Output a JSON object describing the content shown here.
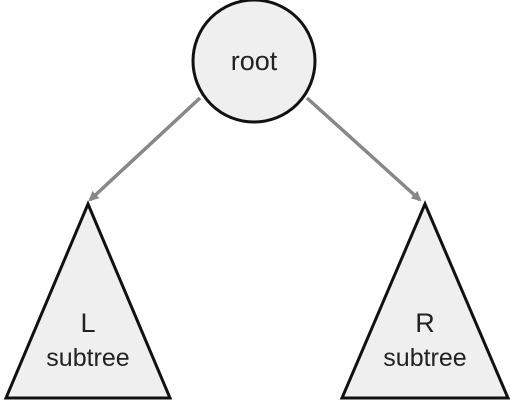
{
  "root": {
    "label": "root"
  },
  "left_subtree": {
    "letter": "L",
    "caption": "subtree"
  },
  "right_subtree": {
    "letter": "R",
    "caption": "subtree"
  },
  "colors": {
    "node_fill": "#efefef",
    "node_stroke": "#111111",
    "edge": "#888888",
    "text": "#222222"
  }
}
